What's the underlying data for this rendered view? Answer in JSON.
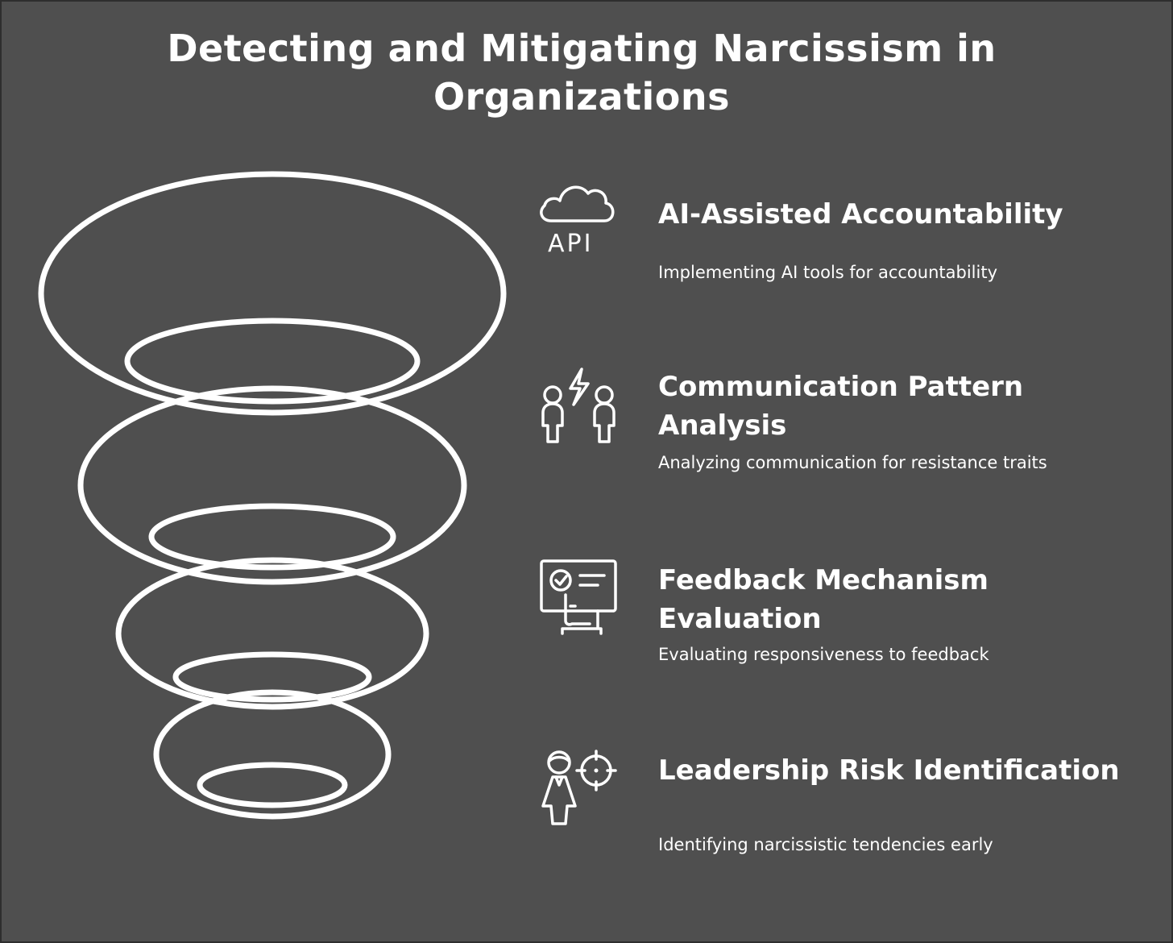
{
  "title": "Detecting and Mitigating Narcissism in Organizations",
  "items": [
    {
      "title": "AI-Assisted Accountability",
      "description": "Implementing AI tools for accountability",
      "icon": "cloud-api-icon",
      "icon_text": "API"
    },
    {
      "title": "Communication Pattern Analysis",
      "description": "Analyzing communication for resistance traits",
      "icon": "people-conflict-icon"
    },
    {
      "title": "Feedback Mechanism Evaluation",
      "description": "Evaluating responsiveness to feedback",
      "icon": "presentation-board-icon"
    },
    {
      "title": "Leadership Risk Identification",
      "description": "Identifying narcissistic tendencies early",
      "icon": "person-target-icon"
    }
  ],
  "colors": {
    "background": "#4f4f4f",
    "foreground": "#ffffff",
    "border": "#2e2e2e"
  }
}
